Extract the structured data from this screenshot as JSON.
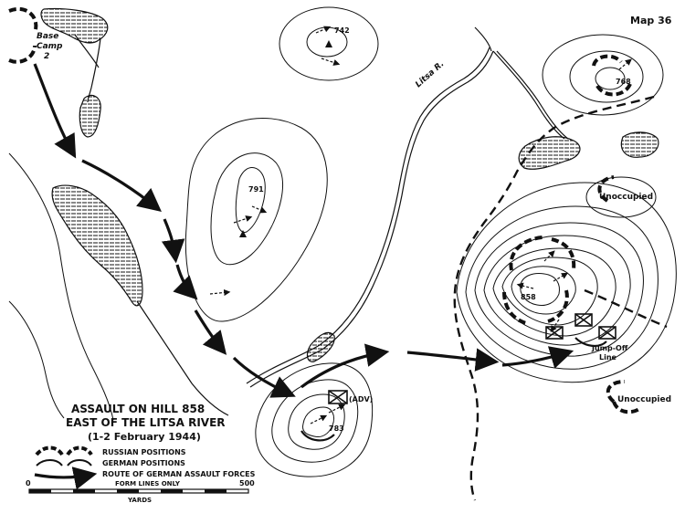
{
  "map": {
    "map_number": "Map 36",
    "title_line1": "ASSAULT ON HILL 858",
    "title_line2": "EAST OF THE LITSA RIVER",
    "title_line3": "(1-2 February 1944)",
    "base_camp_line1": "Base",
    "base_camp_line2": "Camp",
    "base_camp_line3": "2",
    "river_label": "Litsa R.",
    "hills": {
      "h742": "742",
      "h791": "791",
      "h768": "768",
      "h858": "858",
      "h783": "783"
    },
    "unoccupied_label": "Unoccupied",
    "adv_label": "(ADV)",
    "jump_off_line1": "Jump-Off",
    "jump_off_line2": "Line",
    "legend": {
      "russian": "RUSSIAN POSITIONS",
      "german": "GERMAN POSITIONS",
      "route": "ROUTE OF GERMAN ASSAULT FORCES"
    },
    "scale": {
      "zero": "0",
      "max": "500",
      "note": "FORM LINES ONLY",
      "unit": "YARDS"
    }
  }
}
